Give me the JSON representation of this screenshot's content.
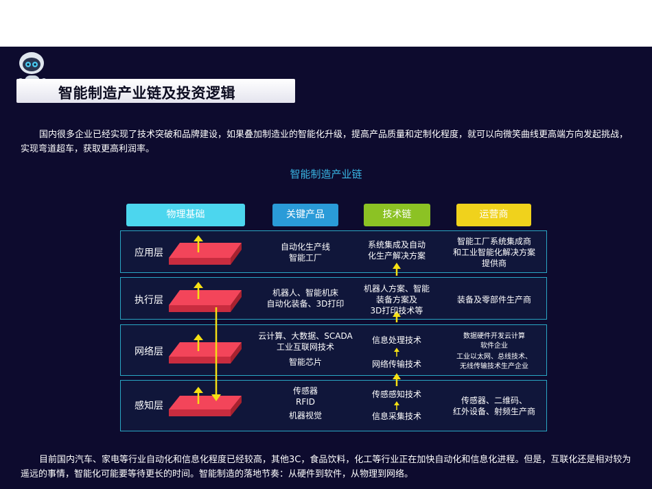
{
  "title": "智能制造产业链及投资逻辑",
  "intro": "国内很多企业已经实现了技术突破和品牌建设，如果叠加制造业的智能化升级，提高产品质量和定制化程度，就可以向微笑曲线更高端方向发起挑战，实现弯道超车，获取更高利润率。",
  "diagram": {
    "title": "智能制造产业链",
    "headers": {
      "col1": "物理基础",
      "col2": "关键产品",
      "col3": "技术链",
      "col4": "运营商"
    },
    "header_colors": {
      "col1": "#4cd6ee",
      "col2": "#2a9bd8",
      "col3": "#8cc224",
      "col4": "#f0d21c"
    },
    "layers": {
      "app": {
        "label": "应用层",
        "products": [
          "自动化生产线",
          "智能工厂"
        ],
        "tech": [
          "系统集成及自动",
          "化生产解决方案"
        ],
        "operators": [
          "智能工厂系统集成商",
          "和工业智能化解决方案",
          "提供商"
        ]
      },
      "exec": {
        "label": "执行层",
        "products": [
          "机器人、智能机床",
          "自动化装备、3D打印"
        ],
        "tech": [
          "机器人方案、智能",
          "装备方案及",
          "3D打印技术等"
        ],
        "operators": [
          "装备及零部件生产商"
        ]
      },
      "net": {
        "label": "网络层",
        "products": [
          "云计算、大数据、SCADA",
          "工业互联网技术",
          "智能芯片"
        ],
        "tech": [
          "信息处理技术",
          "网络传输技术"
        ],
        "operators": [
          "数据硬件开发云计算",
          "软件企业",
          "工业以太网、总线技术、",
          "无线传输技术生产企业"
        ]
      },
      "sense": {
        "label": "感知层",
        "products": [
          "传感器",
          "RFID",
          "机器视觉"
        ],
        "tech": [
          "传感感知技术",
          "信息采集技术"
        ],
        "operators": [
          "传感器、二维码、",
          "红外设备、射频生产商"
        ]
      }
    }
  },
  "conclusion": "目前国内汽车、家电等行业自动化和信息化程度已经较高，其他3C，食品饮料，化工等行业正在加快自动化和信息化进程。但是，互联化还是相对较为遥远的事情，智能化可能要等待更长的时间。智能制造的落地节奏：从硬件到软件，从物理到网络。"
}
